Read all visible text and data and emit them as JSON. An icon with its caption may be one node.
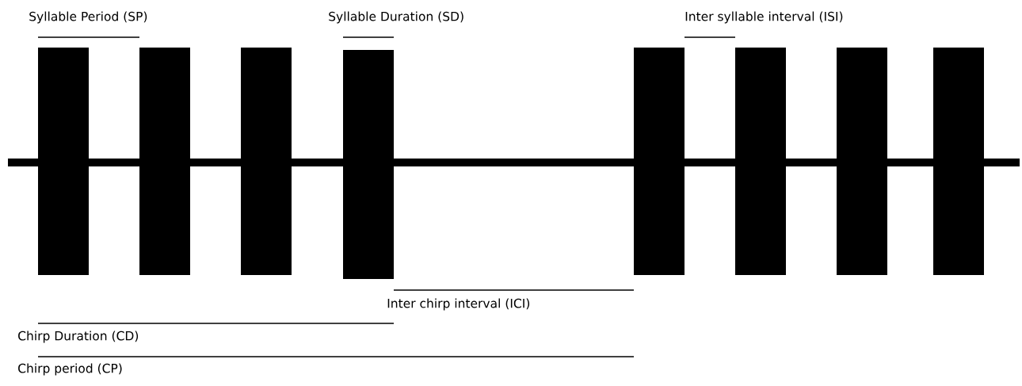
{
  "diagram": {
    "labels": [
      "Syllable Period (SP)",
      "Syllable Duration (SD)",
      "Inter syllable interval (ISI)",
      "Inter chirp interval (ICI)",
      "Chirp Duration (CD)",
      "Chirp period (CP)"
    ]
  }
}
